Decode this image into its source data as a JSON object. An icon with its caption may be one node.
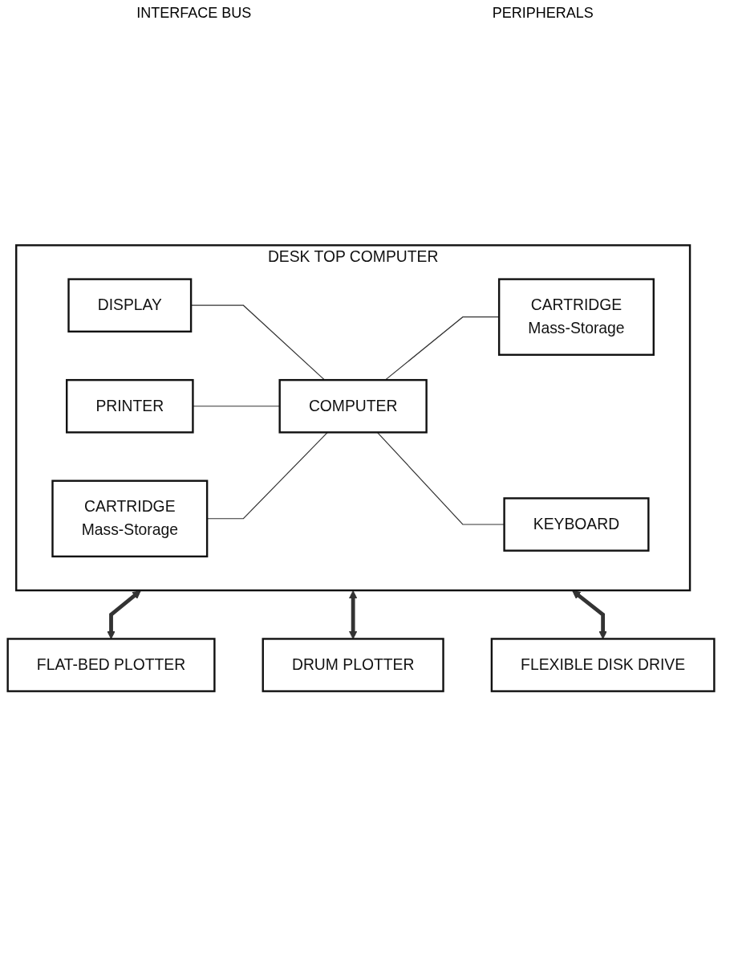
{
  "diagram": {
    "nodes": [
      {
        "text": [
          "DESK TOP COMPUTER"
        ]
      },
      {
        "text": [
          "DISPLAY"
        ],
        "in": 0
      },
      {
        "text": [
          "PRINTER"
        ],
        "in": 0
      },
      {
        "text": [
          "CARTRIDGE",
          "Mass-Storage"
        ],
        "in": 0
      },
      {
        "text": [
          "COMPUTER"
        ],
        "in": 0
      },
      {
        "text": [
          "CARTRIDGE",
          "Mass-Storage"
        ],
        "in": 0
      },
      {
        "text": [
          "KEYBOARD"
        ],
        "in": 0
      },
      {
        "text": [
          "FLAT-BED PLOTTER"
        ]
      },
      {
        "text": [
          "DRUM PLOTTER"
        ]
      },
      {
        "text": [
          "FLEXIBLE DISK DRIVE"
        ]
      }
    ],
    "edges": [
      {
        "from": 1,
        "to": 4,
        "arrow": "none"
      },
      {
        "from": 2,
        "to": 4,
        "arrow": "none"
      },
      {
        "from": 3,
        "to": 4,
        "arrow": "none"
      },
      {
        "from": 4,
        "to": 5,
        "arrow": "none"
      },
      {
        "from": 4,
        "to": 6,
        "arrow": "none"
      },
      {
        "from": 0,
        "to": 7,
        "arrow": "both",
        "style": "thick"
      },
      {
        "from": 0,
        "to": 8,
        "arrow": "both",
        "style": "thick"
      },
      {
        "from": 0,
        "to": 9,
        "arrow": "both",
        "style": "thick"
      }
    ],
    "labels": [
      "INTERFACE BUS",
      "PERIPHERALS"
    ]
  }
}
